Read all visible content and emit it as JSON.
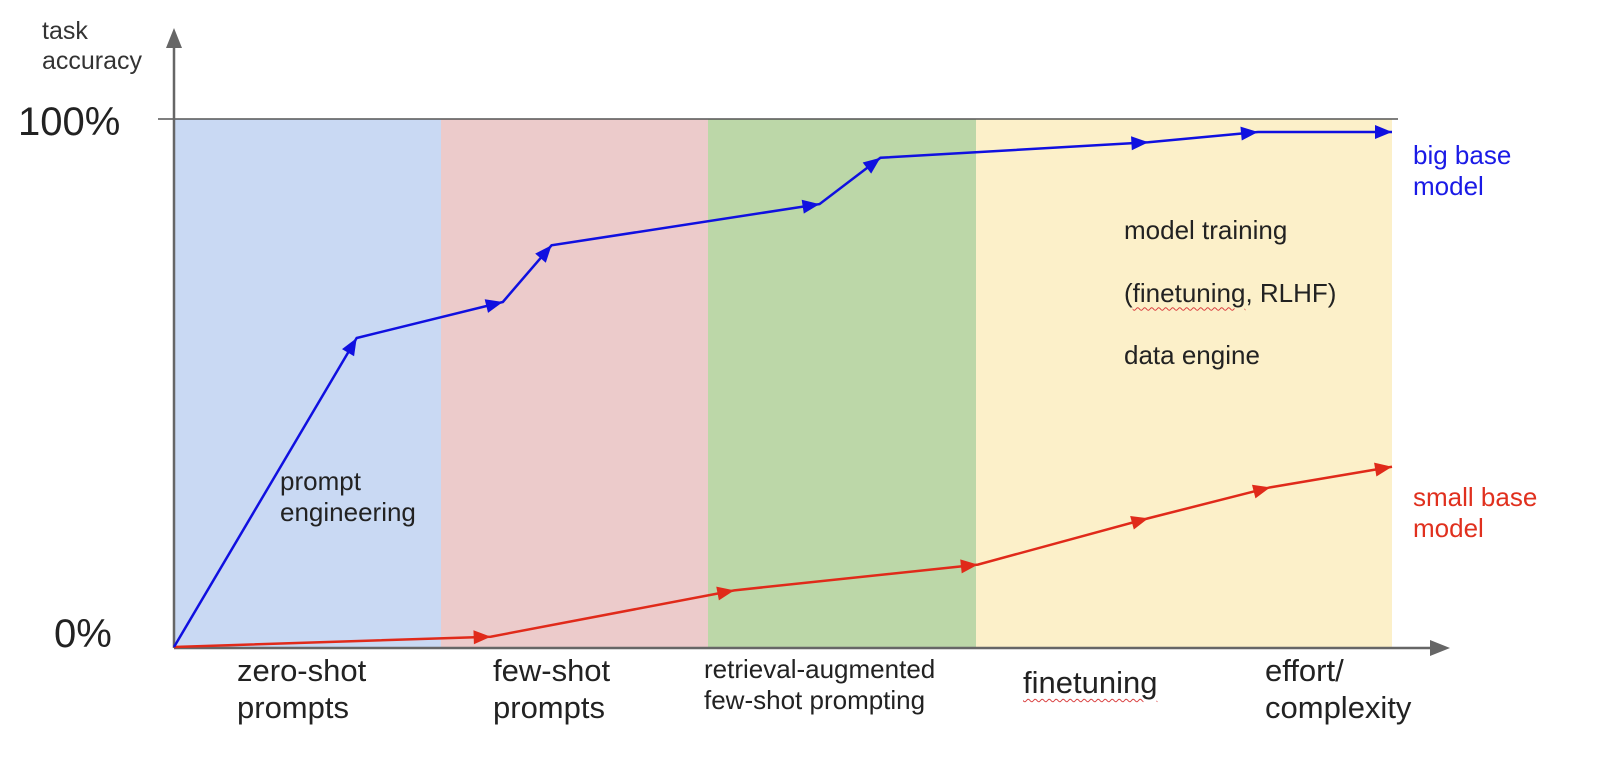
{
  "y_axis": {
    "label": "task\naccuracy",
    "tick_top": "100%",
    "tick_bottom": "0%"
  },
  "x_axis": {
    "label": "effort/\ncomplexity"
  },
  "stages": [
    {
      "label": "zero-shot\nprompts",
      "color": "#c9d9f3"
    },
    {
      "label": "few-shot\nprompts",
      "color": "#eccbcb"
    },
    {
      "label": "retrieval-augmented\nfew-shot prompting",
      "color": "#bcd7a8"
    },
    {
      "label": "finetuning",
      "color": "#fcf0c9"
    }
  ],
  "annotations": {
    "prompt_engineering": "prompt\nengineering",
    "model_training_1": "model training",
    "model_training_2_pre": "(",
    "model_training_2_word": "finetuning",
    "model_training_2_post": ", RLHF)",
    "model_training_3": "data engine"
  },
  "series": {
    "big": {
      "label": "big base\nmodel",
      "color": "#1010e0",
      "points": [
        [
          0,
          0
        ],
        [
          15,
          60
        ],
        [
          27,
          67
        ],
        [
          31,
          78
        ],
        [
          53,
          86
        ],
        [
          58,
          95
        ],
        [
          80,
          98
        ],
        [
          89,
          100
        ],
        [
          100,
          100
        ]
      ]
    },
    "small": {
      "label": "small base\nmodel",
      "color": "#e02a1a",
      "points": [
        [
          0,
          0
        ],
        [
          26,
          2
        ],
        [
          46,
          11
        ],
        [
          66,
          16
        ],
        [
          80,
          25
        ],
        [
          90,
          31
        ],
        [
          100,
          35
        ]
      ]
    }
  }
}
